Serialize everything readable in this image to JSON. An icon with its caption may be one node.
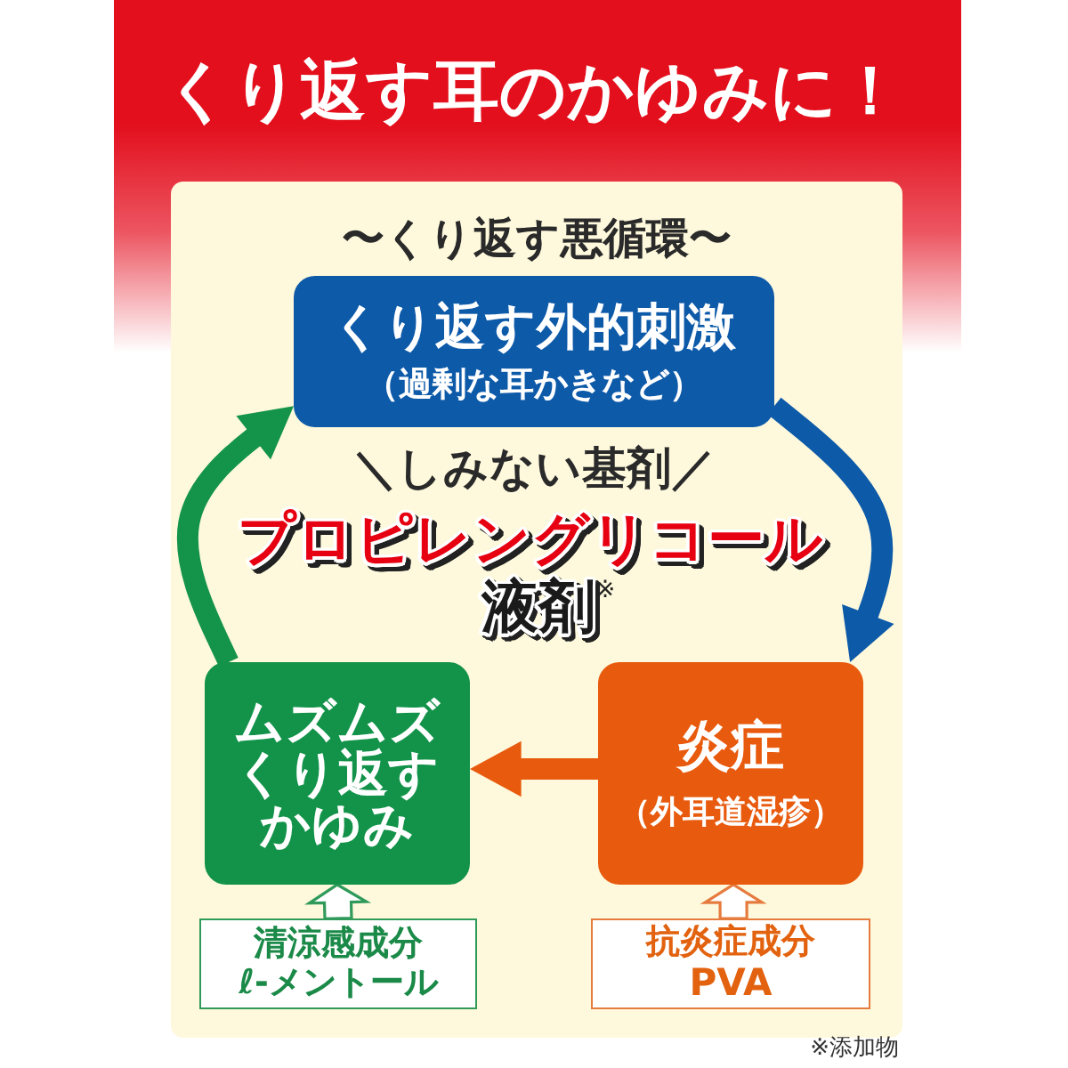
{
  "diagram": {
    "title": "くり返す耳のかゆみに！",
    "nodes": [
      {
        "text": [
          "〜くり返す悪循環〜"
        ]
      },
      {
        "text": [
          "くり返す外的刺激",
          "（過剰な耳かきなど）"
        ],
        "in": 0
      },
      {
        "text": [
          "ムズムズくり返すかゆみ"
        ],
        "in": 0
      },
      {
        "text": [
          "炎症",
          "（外耳道湿疹）"
        ],
        "in": 0
      },
      {
        "text": [
          "清涼感成分",
          "ℓ-メントール"
        ],
        "in": 0
      },
      {
        "text": [
          "抗炎症成分",
          "PVA"
        ],
        "in": 0
      }
    ],
    "edges": [
      {
        "from": 1,
        "to": 3,
        "arrow": "to",
        "color": "#0d5aa9"
      },
      {
        "from": 3,
        "to": 2,
        "arrow": "to",
        "color": "#e85a0d"
      },
      {
        "from": 2,
        "to": 1,
        "arrow": "to",
        "color": "#14944a"
      },
      {
        "from": 4,
        "to": 2,
        "arrow": "to",
        "color": "#2f9a5a"
      },
      {
        "from": 5,
        "to": 3,
        "arrow": "to",
        "color": "#e67b3e"
      }
    ],
    "labels": [
      "＼しみない基剤／",
      "プロピレングリコール",
      "液剤$^{※}$",
      "※添加物"
    ]
  }
}
